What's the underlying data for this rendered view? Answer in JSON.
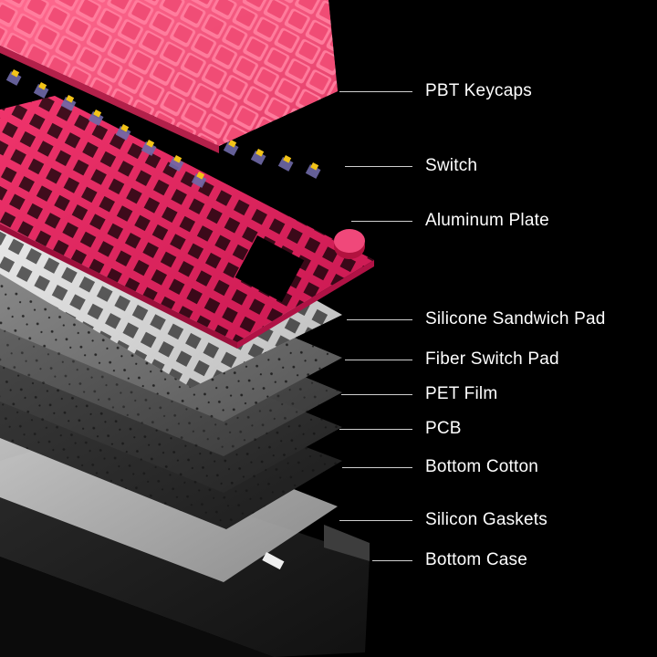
{
  "layers": [
    {
      "label": "PBT Keycaps"
    },
    {
      "label": "Switch"
    },
    {
      "label": "Aluminum Plate"
    },
    {
      "label": "Silicone Sandwich Pad"
    },
    {
      "label": "Fiber Switch Pad"
    },
    {
      "label": "PET Film"
    },
    {
      "label": "PCB"
    },
    {
      "label": "Bottom Cotton"
    },
    {
      "label": "Silicon Gaskets"
    },
    {
      "label": "Bottom Case"
    }
  ],
  "colors": {
    "background": "#000000",
    "keycap_pink": "#ef3f6d",
    "plate_pink": "#e8265e",
    "switch_yellow": "#f2c318",
    "switch_housing": "#6f6aa8",
    "label_text": "#ffffff",
    "leader_line": "#cfcfcf"
  }
}
